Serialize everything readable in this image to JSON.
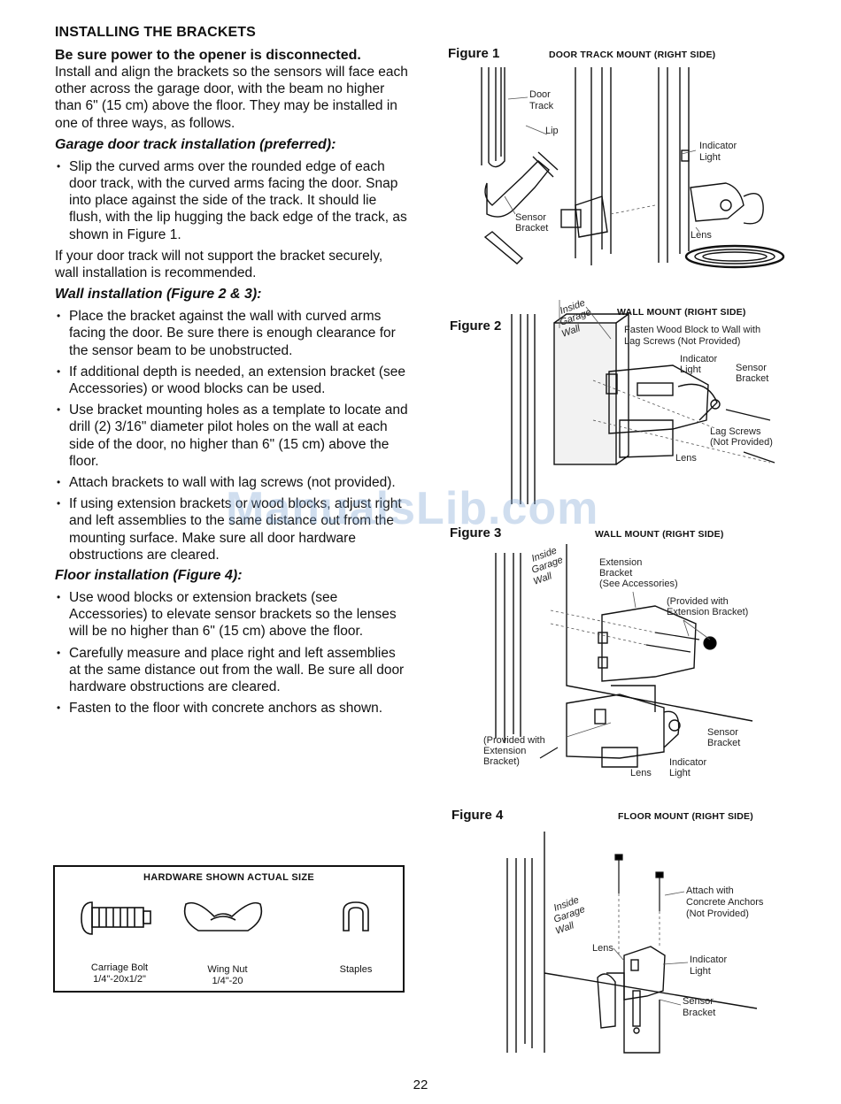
{
  "title": "INSTALLING THE BRACKETS",
  "lead": "Be sure power to the opener is disconnected.",
  "intro": "Install and align the brackets so the sensors will face each other across the garage door, with the beam no higher than 6\" (15 cm) above the floor. They may be installed in one of three ways, as follows.",
  "track": {
    "heading": "Garage door track installation (preferred):",
    "bullets": [
      "Slip the curved arms over the rounded edge of each door track, with the curved arms facing the door. Snap into place against the side of the track. It should lie flush, with the lip hugging the back edge of the track, as shown in Figure 1."
    ],
    "note": "If your door track will not support the bracket securely, wall installation is recommended."
  },
  "wall": {
    "heading": "Wall installation (Figure 2 & 3):",
    "bullets": [
      "Place the bracket against the wall with curved arms facing the door. Be sure there is enough clearance for the sensor beam to be unobstructed.",
      "If additional depth is needed, an extension bracket (see Accessories) or wood blocks can be used.",
      "Use bracket mounting holes as a template to locate and drill (2) 3/16\" diameter pilot holes on the wall at each side of the door, no higher than 6\" (15 cm) above the floor.",
      "Attach brackets to wall with lag screws (not provided).",
      "If using extension brackets or wood blocks, adjust right and left assemblies to the same distance out from the mounting surface. Make sure all door hardware obstructions are cleared."
    ]
  },
  "floor": {
    "heading": "Floor installation (Figure 4):",
    "bullets": [
      "Use wood blocks or extension brackets (see Accessories) to elevate sensor brackets so the lenses will be no higher than 6\" (15 cm) above the floor.",
      "Carefully measure and place right and left assemblies at the same distance out from the wall. Be sure all door hardware obstructions are cleared.",
      "Fasten to the floor with concrete anchors as shown."
    ]
  },
  "hardware": {
    "title": "HARDWARE SHOWN ACTUAL SIZE",
    "items": [
      {
        "name": "Carriage Bolt",
        "size": "1/4\"-20x1/2\""
      },
      {
        "name": "Wing Nut",
        "size": "1/4\"-20"
      },
      {
        "name": "Staples",
        "size": ""
      }
    ]
  },
  "figures": {
    "f1": {
      "num": "Figure 1",
      "caption": "DOOR TRACK MOUNT (RIGHT SIDE)",
      "labels": {
        "door_track_1": "Door",
        "door_track_2": "Track",
        "lip": "Lip",
        "sensor_1": "Sensor",
        "sensor_2": "Bracket",
        "indicator_1": "Indicator",
        "indicator_2": "Light",
        "lens": "Lens"
      }
    },
    "f2": {
      "num": "Figure 2",
      "caption": "WALL MOUNT (RIGHT SIDE)",
      "labels": {
        "wall_1": "Inside",
        "wall_2": "Garage",
        "wall_3": "Wall",
        "fasten_1": "Fasten Wood Block to Wall with",
        "fasten_2": "Lag Screws (Not Provided)",
        "indicator_1": "Indicator",
        "indicator_2": "Light",
        "sensor_1": "Sensor",
        "sensor_2": "Bracket",
        "lag_1": "Lag Screws",
        "lag_2": "(Not Provided)",
        "lens": "Lens"
      }
    },
    "f3": {
      "num": "Figure 3",
      "caption": "WALL MOUNT (RIGHT SIDE)",
      "labels": {
        "wall_1": "Inside",
        "wall_2": "Garage",
        "wall_3": "Wall",
        "ext_1": "Extension",
        "ext_2": "Bracket",
        "ext_3": "(See Accessories)",
        "prov_1": "(Provided with",
        "prov_2": "Extension Bracket)",
        "provl_1": "(Provided with",
        "provl_2": "Extension",
        "provl_3": "Bracket)",
        "sensor_1": "Sensor",
        "sensor_2": "Bracket",
        "indicator_1": "Indicator",
        "indicator_2": "Light",
        "lens": "Lens"
      }
    },
    "f4": {
      "num": "Figure 4",
      "caption": "FLOOR MOUNT (RIGHT SIDE)",
      "labels": {
        "wall_1": "Inside",
        "wall_2": "Garage",
        "wall_3": "Wall",
        "attach_1": "Attach with",
        "attach_2": "Concrete Anchors",
        "attach_3": "(Not Provided)",
        "lens": "Lens",
        "indicator_1": "Indicator",
        "indicator_2": "Light",
        "sensor_1": "Sensor",
        "sensor_2": "Bracket"
      }
    }
  },
  "watermark": "ManualsLib.com",
  "page_number": "22"
}
